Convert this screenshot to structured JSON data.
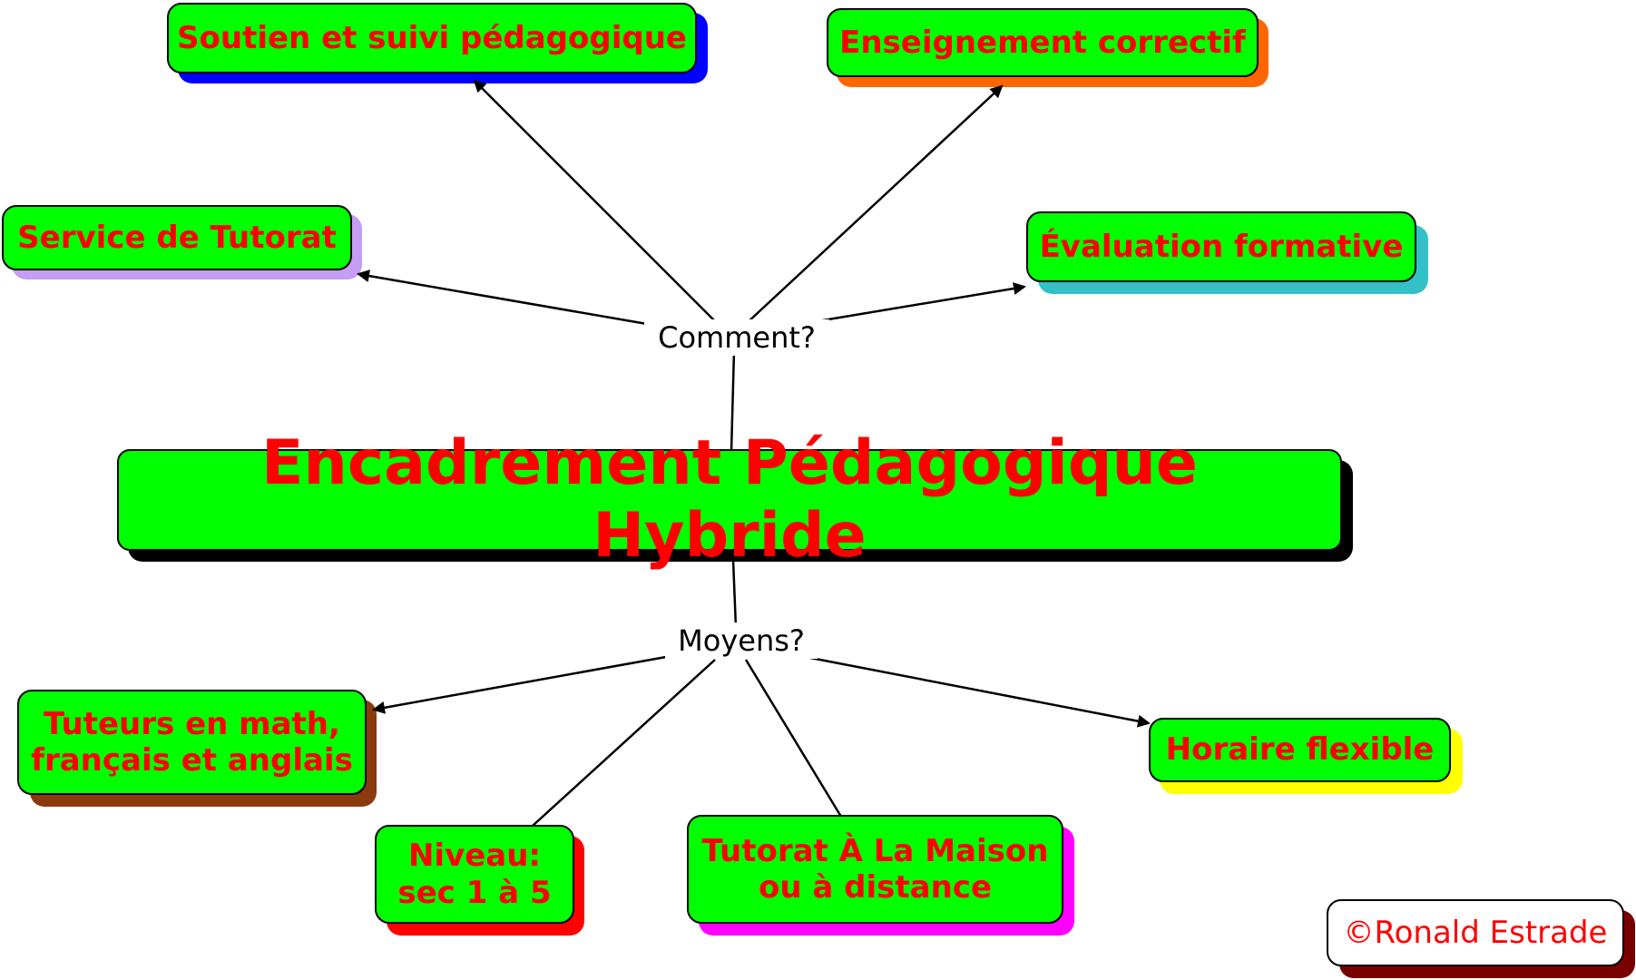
{
  "diagram": {
    "central": {
      "label": "Encadrement Pédagogique Hybride",
      "shadow_color": "#000000"
    },
    "questions": {
      "how": "Comment?",
      "means": "Moyens?"
    },
    "how_nodes": [
      {
        "label": "Soutien et suivi pédagogique",
        "shadow_color": "#0000ff"
      },
      {
        "label": "Enseignement correctif",
        "shadow_color": "#ff6600"
      },
      {
        "label": "Service de Tutorat",
        "shadow_color": "#c59df2"
      },
      {
        "label": "Évaluation formative",
        "shadow_color": "#33c0c6"
      }
    ],
    "means_nodes": [
      {
        "label": "Tuteurs en math,\nfrançais et anglais",
        "shadow_color": "#8b3a0e"
      },
      {
        "label": "Niveau:\n sec 1 à 5",
        "shadow_color": "#ff0000"
      },
      {
        "label": "Tutorat À La Maison\nou à distance",
        "shadow_color": "#ff00ff"
      },
      {
        "label": "Horaire flexible",
        "shadow_color": "#ffff00"
      }
    ],
    "copyright": {
      "label": "©Ronald Estrade",
      "shadow_color": "#7a0000"
    },
    "colors": {
      "node_fill": "#00ff00",
      "node_text": "#ff0000",
      "edge": "#000000"
    }
  }
}
